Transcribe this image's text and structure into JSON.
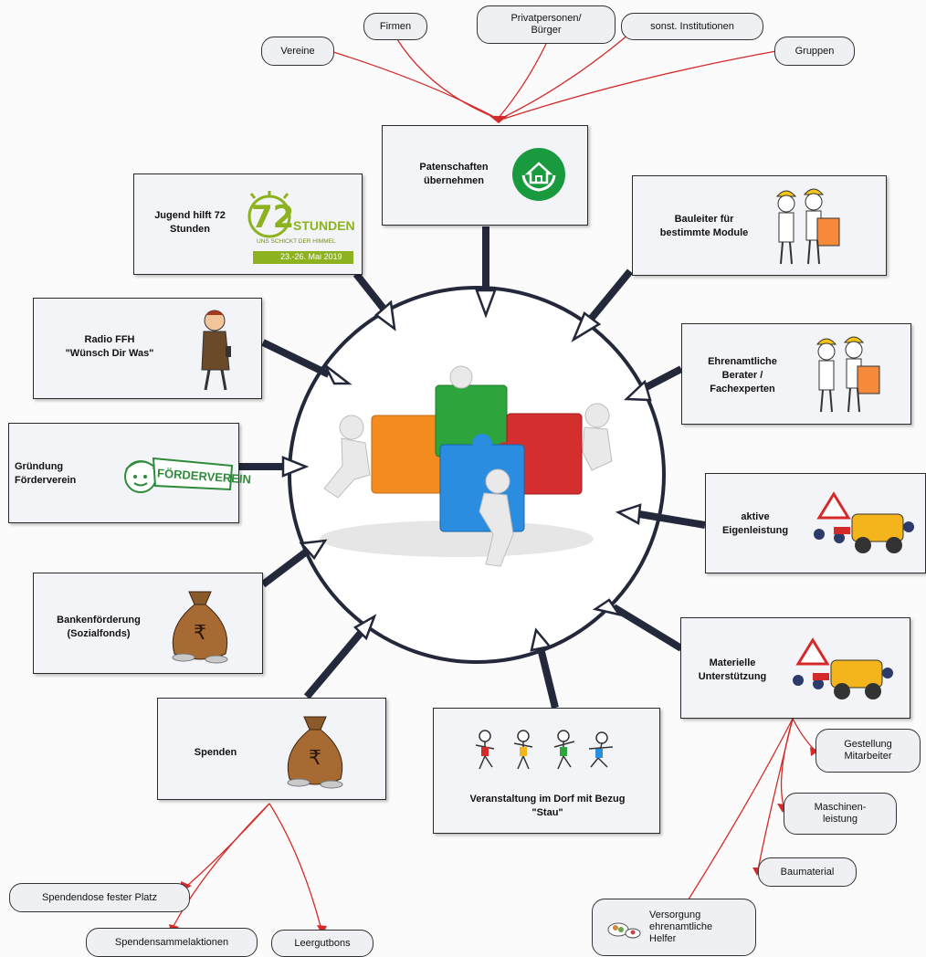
{
  "center_hub": {
    "icon": "puzzle-teamwork-icon"
  },
  "top_sources": {
    "vereine": "Vereine",
    "firmen": "Firmen",
    "privatpersonen": "Privatpersonen/\nBürger",
    "institutionen": "sonst. Institutionen",
    "gruppen": "Gruppen"
  },
  "boxes": {
    "patenschaften": "Patenschaften\nübernehmen",
    "jugend": "Jugend hilft 72\nStunden",
    "bauleiter": "Bauleiter für\nbestimmte Module",
    "radio": "Radio  FFH\n\"Wünsch Dir Was\"",
    "berater": "Ehrenamtliche\nBerater /\nFachexperten",
    "foerderverein": "Gründung\nFörderverein",
    "eigenleistung": "aktive\nEigenleistung",
    "bank": "Bankenförderung\n(Sozialfonds)",
    "materiell": "Materielle\nUnterstützung",
    "spenden": "Spenden",
    "veranstaltung": "Veranstaltung im Dorf mit Bezug\n\"Stau\""
  },
  "logo72": {
    "number": "72",
    "word": "STUNDEN",
    "tagline": "UNS SCHICKT DER HIMMEL",
    "dates": "23.-26. Mai 2019"
  },
  "foerderverein_logo_text": "FÖRDERVEREIN",
  "sub_items": {
    "spendendose": "Spendendose fester Platz",
    "leergut": "Leergutbons",
    "sammelaktionen": "Spendensammelaktionen",
    "gestellung": "Gestellung\nMitarbeiter",
    "maschinen": "Maschinen-\nleistung",
    "baumaterial": "Baumaterial",
    "versorgung": "Versorgung\nehrenamtliche\nHelfer"
  },
  "colors": {
    "connector_red": "#d42a2a",
    "arrow_dark": "#23283a",
    "green_icon": "#1a9a3e",
    "green_logo": "#8cb21f"
  }
}
